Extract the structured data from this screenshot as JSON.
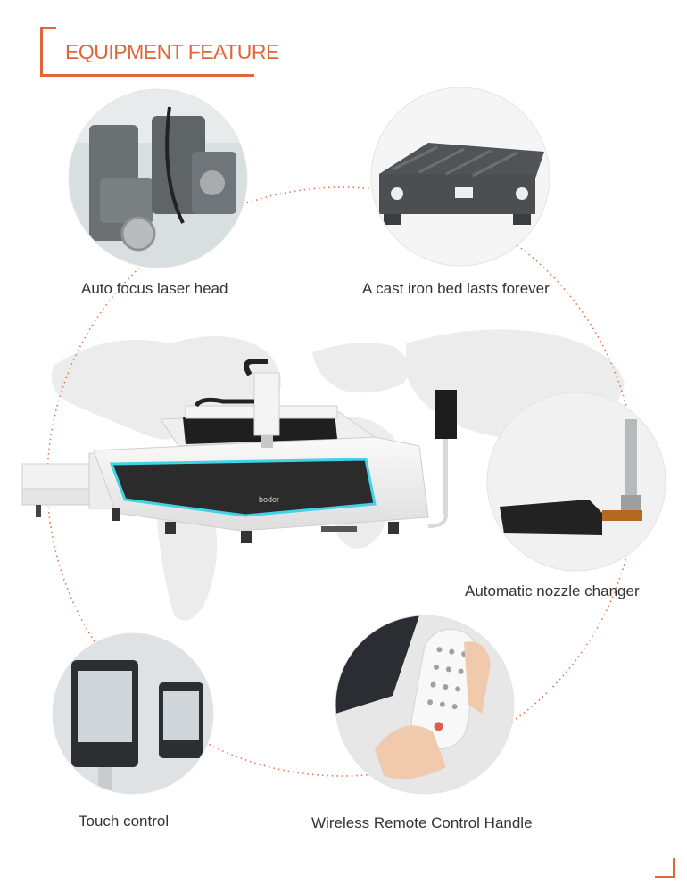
{
  "heading": "EQUIPMENT FEATURE",
  "brand": "bodor",
  "colors": {
    "accent": "#e0663a",
    "map": "#ececec",
    "machine_white": "#f6f6f6",
    "machine_dark": "#2b2b2b",
    "glow": "#3fd3e6"
  },
  "features": [
    {
      "label": "Auto focus laser head"
    },
    {
      "label": "A cast iron bed lasts forever"
    },
    {
      "label": "Automatic nozzle changer"
    },
    {
      "label": "Touch control"
    },
    {
      "label": "Wireless Remote Control Handle"
    }
  ]
}
